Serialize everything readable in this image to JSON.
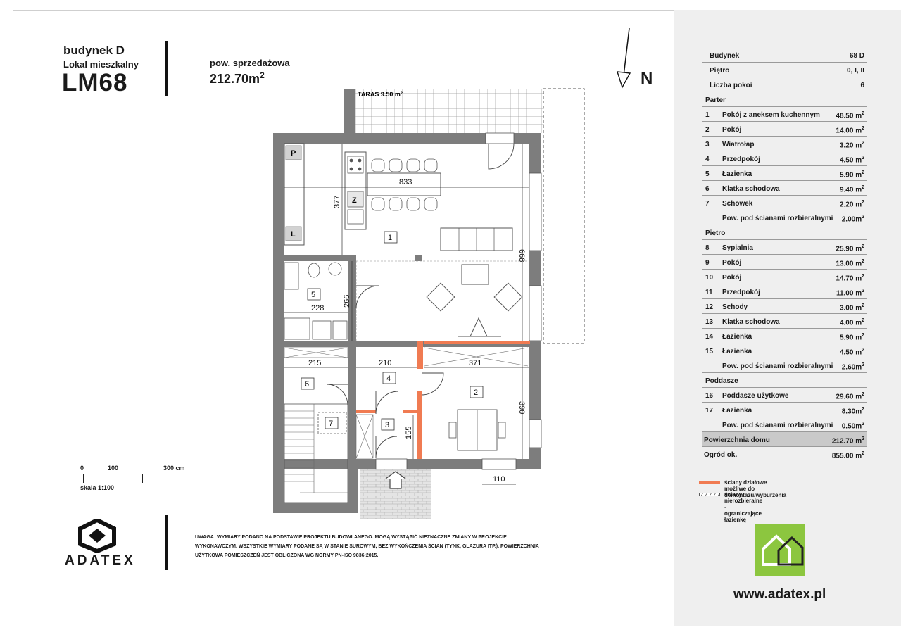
{
  "header": {
    "building": "budynek D",
    "kind": "Lokal mieszkalny",
    "code": "LM68",
    "area_label": "pow. sprzedażowa",
    "area_value": "212.70m",
    "area_unit_sup": "2"
  },
  "north": {
    "letter": "N"
  },
  "plan": {
    "terrace_label": "TARAS 9.50 m",
    "terrace_sup": "2",
    "room_labels": [
      "1",
      "2",
      "3",
      "4",
      "5",
      "6",
      "7"
    ],
    "fixture_labels": {
      "pantry": "P",
      "fridge": "Z",
      "washer": "L"
    },
    "dimensions": [
      "833",
      "377",
      "668",
      "266",
      "228",
      "215",
      "210",
      "371",
      "390",
      "155",
      "110"
    ]
  },
  "scale": {
    "ticks": [
      "0",
      "100",
      "300 cm"
    ],
    "label": "skala  1:100"
  },
  "logo": {
    "text": "ADATEX"
  },
  "note": "UWAGA: WYMIARY PODANO NA PODSTAWIE PROJEKTU BUDOWLANEGO. MOGĄ WYSTĄPIĆ NIEZNACZNE ZMIANY W PROJEKCIE WYKONAWCZYM. WSZYSTKIE WYMIARY PODANE SĄ W STANIE SUROWYM, BEZ WYKOŃCZENIA ŚCIAN (TYNK, GLAZURA ITP.). POWIERZCHNIA UŻYTKOWA POMIESZCZEŃ JEST OBLICZONA WG NORMY PN-ISO 9836:2015.",
  "table": {
    "info": [
      {
        "label": "Budynek",
        "value": "68 D"
      },
      {
        "label": "Piętro",
        "value": "0, I, II"
      },
      {
        "label": "Liczba pokoi",
        "value": "6"
      }
    ],
    "sections": [
      {
        "title": "Parter",
        "rows": [
          {
            "num": "1",
            "name": "Pokój z aneksem kuchennym",
            "value": "48.50 m"
          },
          {
            "num": "2",
            "name": "Pokój",
            "value": "14.00 m"
          },
          {
            "num": "3",
            "name": "Wiatrołap",
            "value": "3.20 m"
          },
          {
            "num": "4",
            "name": "Przedpokój",
            "value": "4.50 m"
          },
          {
            "num": "5",
            "name": "Łazienka",
            "value": "5.90 m"
          },
          {
            "num": "6",
            "name": "Klatka schodowa",
            "value": "9.40 m"
          },
          {
            "num": "7",
            "name": "Schowek",
            "value": "2.20 m"
          },
          {
            "num": "",
            "name": "Pow. pod ścianami rozbieralnymi",
            "value": "2.00m"
          }
        ]
      },
      {
        "title": "Piętro",
        "rows": [
          {
            "num": "8",
            "name": "Sypialnia",
            "value": "25.90 m"
          },
          {
            "num": "9",
            "name": "Pokój",
            "value": "13.00 m"
          },
          {
            "num": "10",
            "name": "Pokój",
            "value": "14.70 m"
          },
          {
            "num": "11",
            "name": "Przedpokój",
            "value": "11.00 m"
          },
          {
            "num": "12",
            "name": "Schody",
            "value": "3.00 m"
          },
          {
            "num": "13",
            "name": "Klatka schodowa",
            "value": "4.00 m"
          },
          {
            "num": "14",
            "name": "Łazienka",
            "value": "5.90 m"
          },
          {
            "num": "15",
            "name": "Łazienka",
            "value": "4.50 m"
          },
          {
            "num": "",
            "name": "Pow. pod ścianami rozbieralnymi",
            "value": "2.60m"
          }
        ]
      },
      {
        "title": "Poddasze",
        "rows": [
          {
            "num": "16",
            "name": "Poddasze użytkowe",
            "value": "29.60 m"
          },
          {
            "num": "17",
            "name": "Łazienka",
            "value": "8.30m"
          },
          {
            "num": "",
            "name": "Pow. pod ścianami rozbieralnymi",
            "value": "0.50m"
          }
        ]
      }
    ],
    "sup": "2",
    "total": {
      "label": "Powierzchnia domu",
      "value": "212.70 m"
    },
    "garden": {
      "label": "Ogród ok.",
      "value": "855.00 m"
    }
  },
  "legend": [
    {
      "text": "ściany działowe możliwe do demontażu/wyburzenia",
      "color": "#f07b52"
    },
    {
      "text": "ściany nierozbieralne - ograniczające łazienkę",
      "color": "#ffffff"
    }
  ],
  "colors": {
    "wall": "#7d7d7d",
    "removable": "#f07b52",
    "brand": "#8cc63f",
    "panel": "#efefef"
  },
  "website": "www.adatex.pl"
}
